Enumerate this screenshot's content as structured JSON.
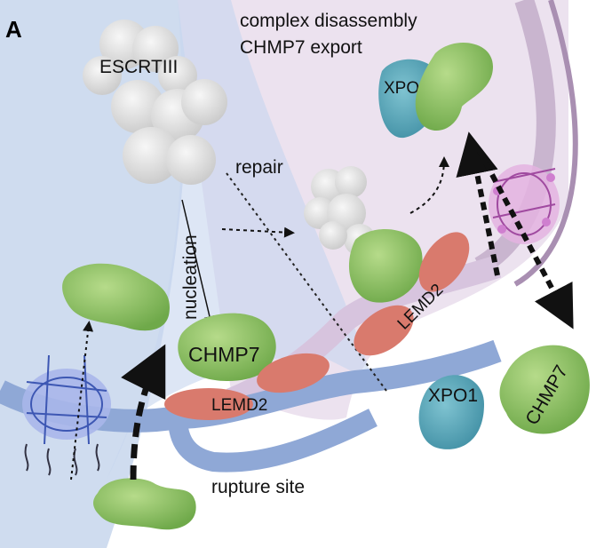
{
  "panel_label": "A",
  "labels": {
    "escrt": "ESCRTIII",
    "complex": "complex disassembly",
    "export": "CHMP7 export",
    "repair": "repair",
    "nucleation": "nucleation",
    "chmp7_main": "CHMP7",
    "lemd2_main": "LEMD2",
    "lemd2_repair": "LEMD2",
    "xpo1_top": "XPO1",
    "xpo1_bottom": "XPO1",
    "chmp7_exported": "CHMP7",
    "rupture": "rupture site"
  },
  "colors": {
    "cytoplasm": "#cfdcef",
    "nucleus": "#ece2ef",
    "outer_membrane": "#c9b5cf",
    "blue_membrane": "#8fa8d6",
    "protein_green": "#8dc063",
    "protein_red": "#d97a6d",
    "xpo1": "#5fa8b8",
    "escrt_gray": "#e4e4e4",
    "pore_blue": "#7e90d8",
    "pore_pink": "#cf7fcf"
  }
}
